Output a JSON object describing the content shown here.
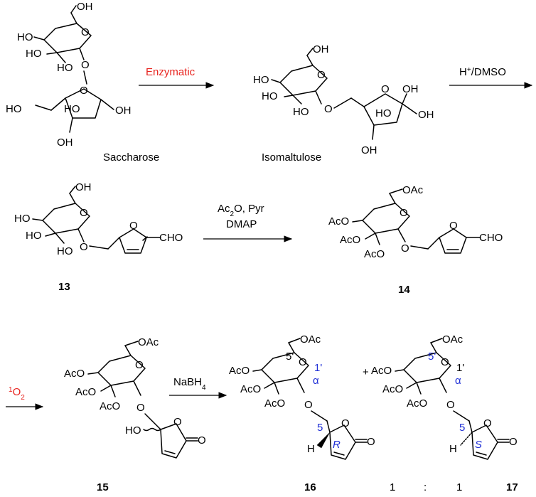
{
  "labels": {
    "saccharose": "Saccharose",
    "isomaltulose": "Isomaltulose",
    "step1": "Enzymatic",
    "step2_h": "H",
    "step2_sup": "+",
    "step2_rest": "/DMSO",
    "step3_line1": "Ac",
    "step3_sub": "2",
    "step3_line1_rest": "O, Pyr",
    "step3_line2": "DMAP",
    "step4_sup": "1",
    "step4_O": "O",
    "step4_sub": "2",
    "step5": "NaBH",
    "step5_sub": "4",
    "ratio_left": "1",
    "ratio_colon": ":",
    "ratio_right": "1",
    "plus": "+"
  },
  "compounds": {
    "c13": "13",
    "c14": "14",
    "c15": "15",
    "c16": "16",
    "c17": "17"
  },
  "atoms": {
    "OH": "OH",
    "HO": "HO",
    "O": "O",
    "OAc": "OAc",
    "AcO": "AcO",
    "CHO": "CHO",
    "H": "H",
    "HOwave": "HO"
  },
  "stereo": {
    "five_prime": "5'",
    "one_prime": "1'",
    "alpha": "α",
    "five": "5",
    "R": "R",
    "S": "S"
  },
  "colors": {
    "stereo_labels": "#1f2fd6",
    "highlight_reagents": "#e8241f",
    "ink": "#000000"
  }
}
